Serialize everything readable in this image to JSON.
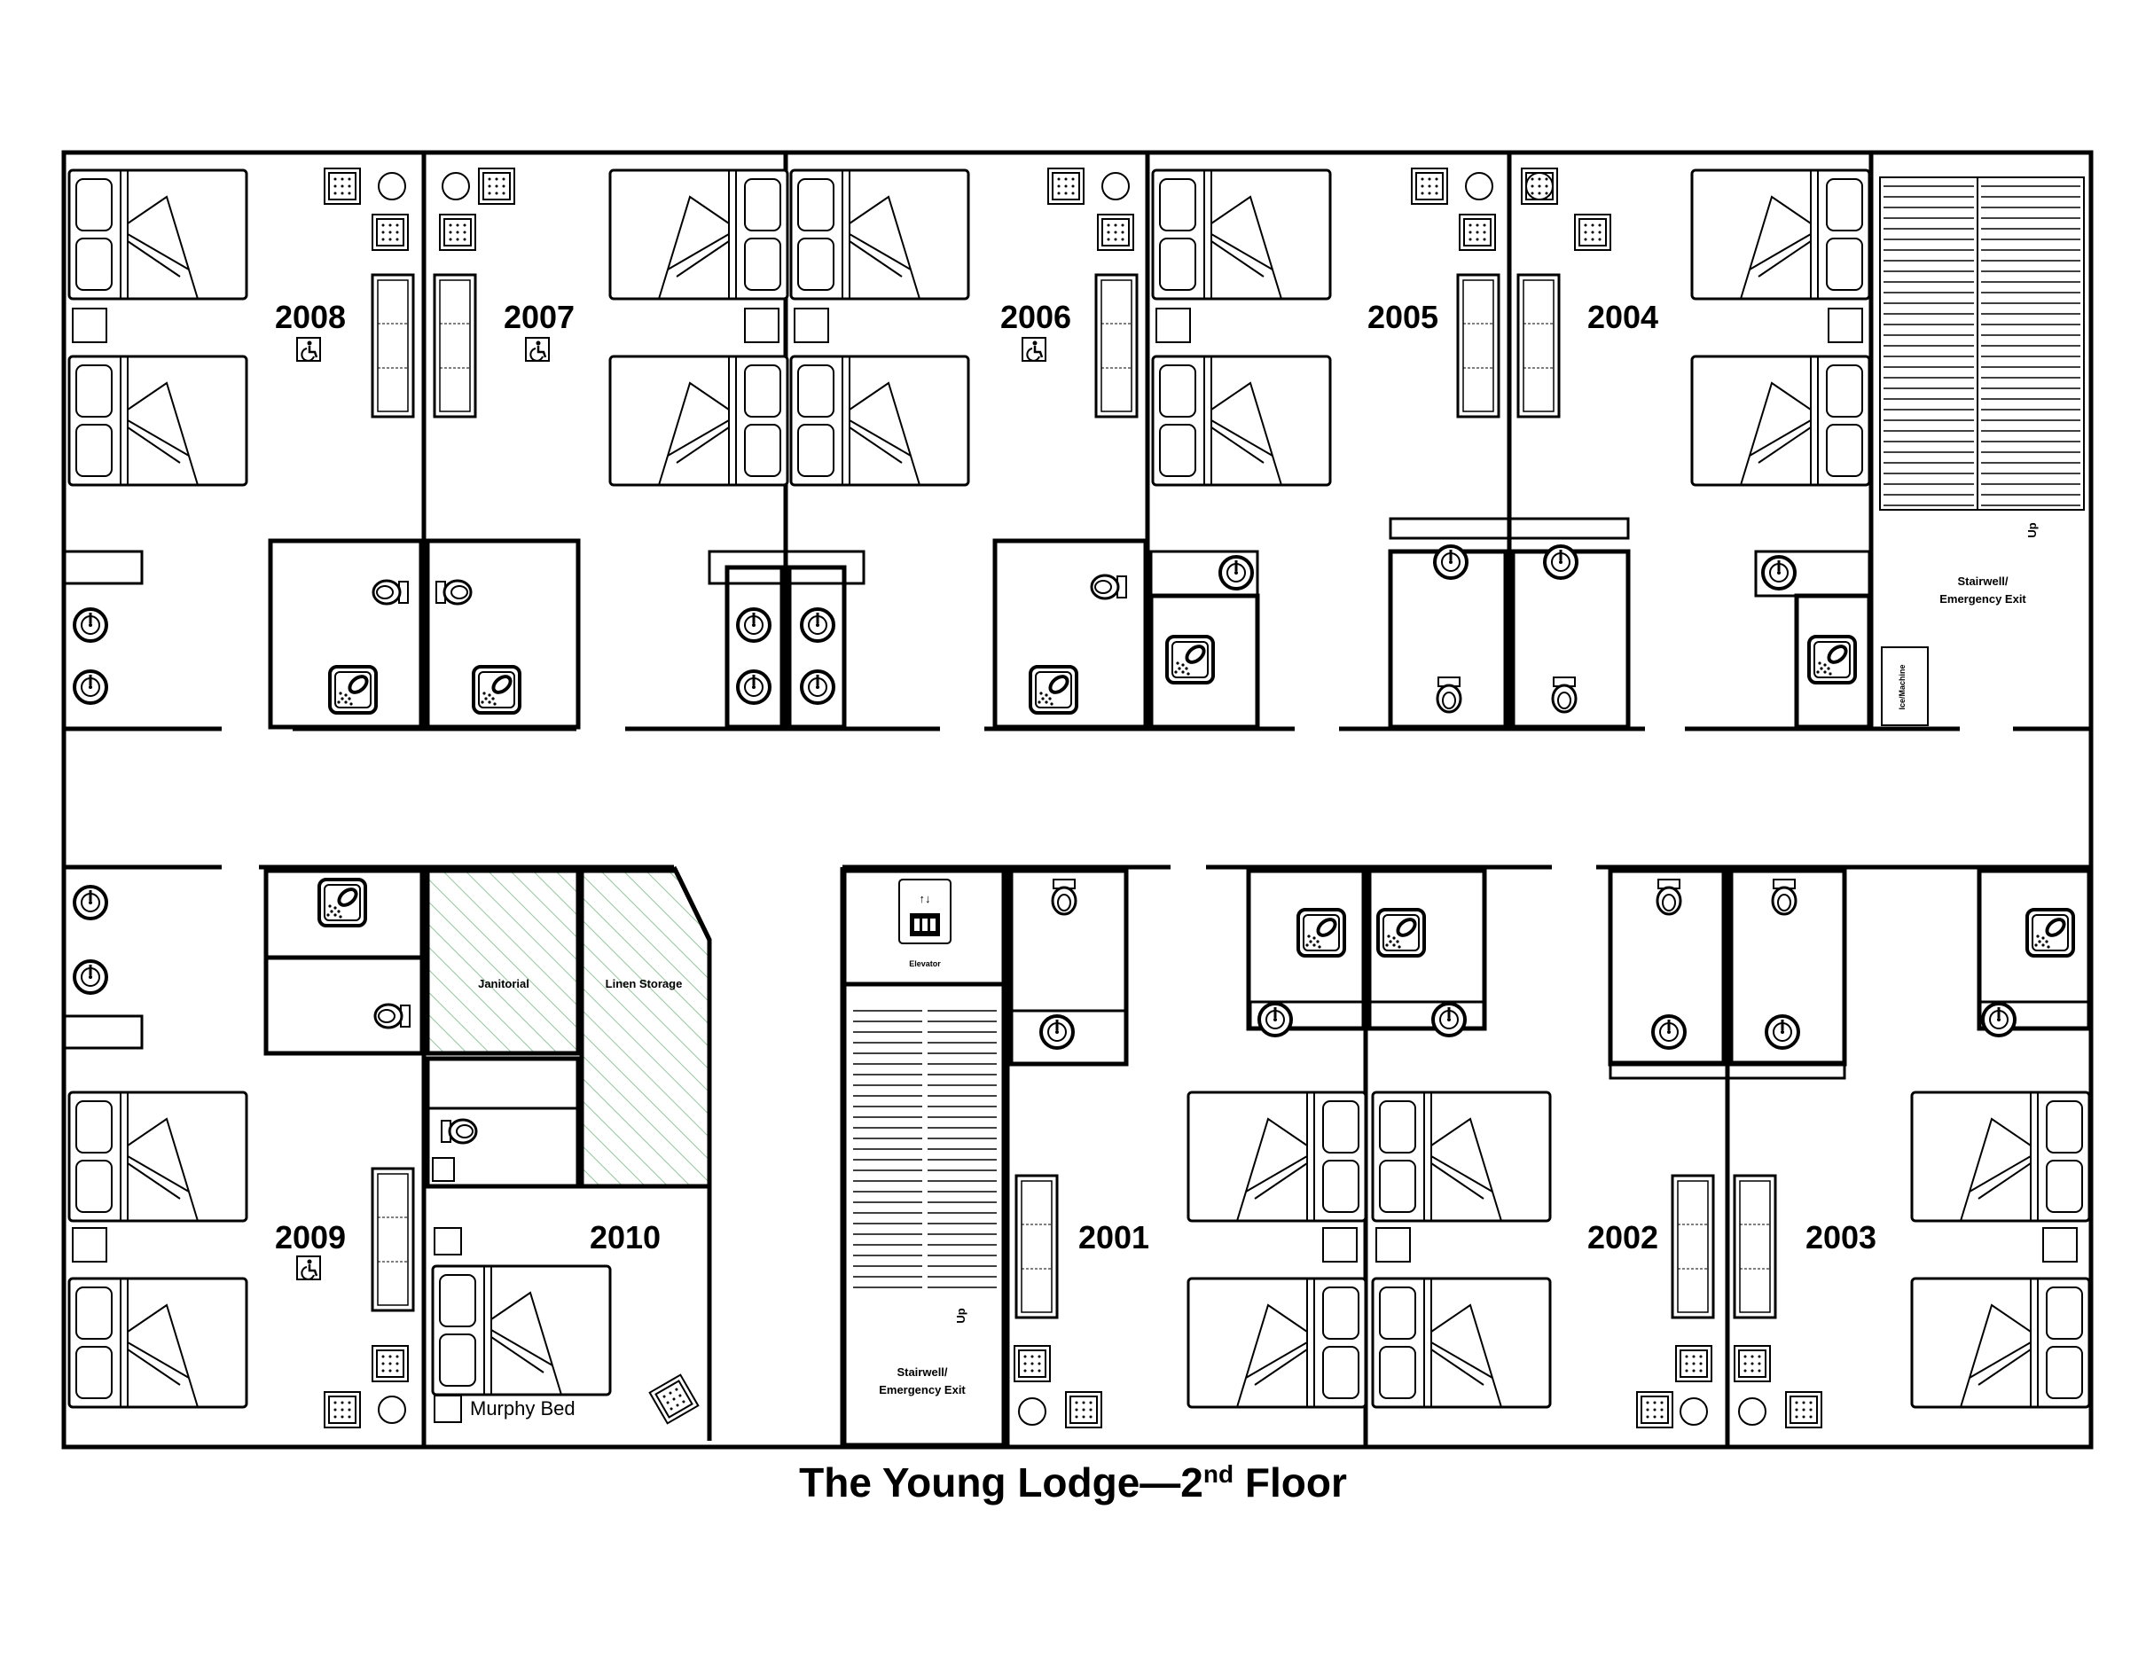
{
  "title": {
    "main": "The Young Lodge—2",
    "sup": "nd",
    "rest": " Floor"
  },
  "rooms": {
    "r2008": "2008",
    "r2007": "2007",
    "r2006": "2006",
    "r2005": "2005",
    "r2004": "2004",
    "r2009": "2009",
    "r2010": "2010",
    "r2001": "2001",
    "r2002": "2002",
    "r2003": "2003"
  },
  "labels": {
    "janitorial": "Janitorial",
    "linen": "Linen Storage",
    "elevator": "Elevator",
    "stair_top_1": "Stairwell/",
    "stair_top_2": "Emergency Exit",
    "stair_bottom_1": "Stairwell/",
    "stair_bottom_2": "Emergency Exit",
    "icemachine": "Ice/Machine",
    "murphy": "Murphy Bed",
    "up_top": "Up",
    "up_bottom": "Up"
  },
  "icons": {
    "accessible": "wheelchair-icon",
    "shower": "shower-icon",
    "sink": "sink-icon",
    "toilet": "toilet-icon",
    "bed": "bed-icon",
    "elevator": "elevator-icon"
  },
  "colors": {
    "walls": "#000000",
    "hatch": "#8fc89a"
  }
}
